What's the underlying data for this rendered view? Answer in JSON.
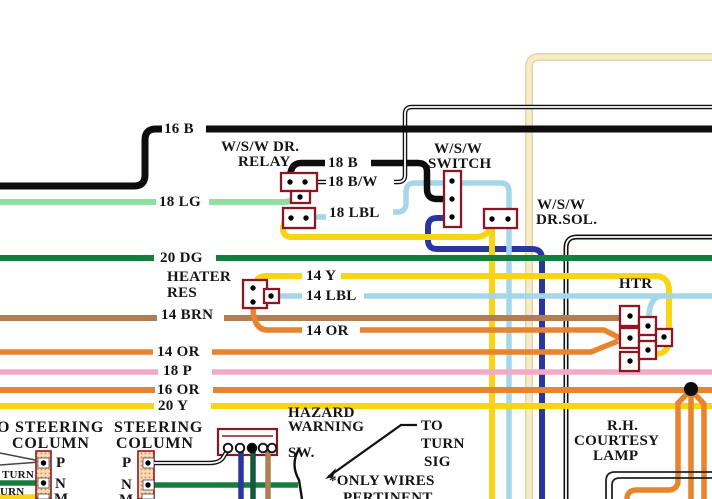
{
  "diagram_type": "automotive wiring diagram (windshield wiper / heater / hazard circuits)",
  "colors": {
    "background": "#ffffff",
    "wire_black": "#0d0d0d",
    "connector_maroon": "#8e1622",
    "wire_yellow": "#f7d414",
    "wire_light_blue": "#a5d6e9",
    "wire_dark_blue": "#2a35a0",
    "wire_light_green": "#90dfa2",
    "wire_dark_green": "#177d3d",
    "wire_brown": "#b17d52",
    "wire_orange": "#e8842e",
    "wire_pink": "#f4aac6",
    "wire_tan": "#f3e7c3",
    "hazard_drop_green": "#14593c",
    "strip_fill": "#f6ddb9",
    "strip_dot": "#dd8e4e"
  },
  "labels": {
    "b16": "16 B",
    "relay_l1": "W/S/W DR.",
    "relay_l2": "RELAY",
    "b18": "18 B",
    "bw18": "18 B/W",
    "switch_l1": "W/S/W",
    "switch_l2": "SWITCH",
    "lg18": "18 LG",
    "lbl18": "18 LBL",
    "drsol_l1": "W/S/W",
    "drsol_l2": "DR.SOL.",
    "dg20": "20 DG",
    "heater_l1": "HEATER",
    "heater_l2": "RES",
    "y14": "14 Y",
    "lbl14": "14 LBL",
    "brn14": "14 BRN",
    "or14_res": "14 OR",
    "htr": "HTR",
    "or14": "14 OR",
    "p18": "18 P",
    "or16": "16 OR",
    "y20": "20 Y",
    "steer1_l1": "O STEERING",
    "steer1_l2": "COLUMN",
    "steer2_l1": "STEERING",
    "steer2_l2": "COLUMN",
    "turn1": "TURN",
    "turn2": "URN",
    "s1_p": "P",
    "s1_n": "N",
    "s1_m": "M",
    "s2_p": "P",
    "s2_n": "N",
    "s2_m": "M",
    "hazard_l1": "HAZARD",
    "hazard_l2": "WARNING",
    "hazard_l3": "SW.",
    "sig_l1": "TO",
    "sig_l2": "TURN",
    "sig_l3": "SIG",
    "note_l1": "*ONLY WIRES",
    "note_l2": "PERTINENT",
    "lamp_l1": "R.H.",
    "lamp_l2": "COURTESY",
    "lamp_l3": "LAMP"
  }
}
